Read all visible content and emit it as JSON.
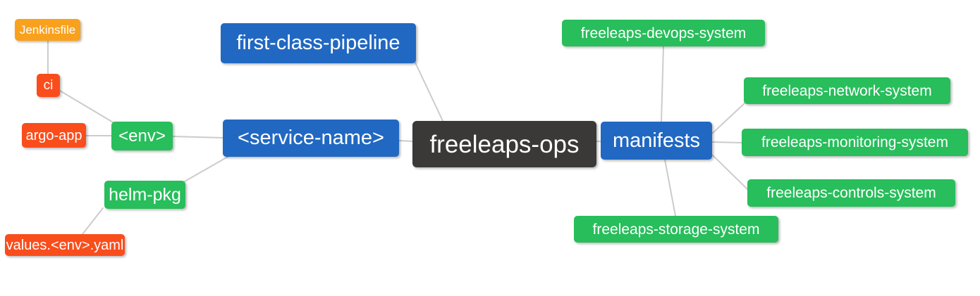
{
  "palette": {
    "root_bg": "#3B3838",
    "primary_branch_bg": "#2168C2",
    "secondary_branch_bg": "#27BE5B",
    "leaf_bg": "#F94D1C",
    "file_bg": "#F9A11C",
    "edge_color": "#CCCCCC",
    "text_color": "#FFFFFF",
    "canvas_bg": "#FFFFFF"
  },
  "nodes": {
    "root": {
      "label": "freeleaps-ops"
    },
    "pipeline": {
      "label": "first-class-pipeline"
    },
    "service": {
      "label": "<service-name>"
    },
    "env": {
      "label": "<env>"
    },
    "ci": {
      "label": "ci"
    },
    "jenkinsfile": {
      "label": "Jenkinsfile"
    },
    "argo_app": {
      "label": "argo-app"
    },
    "helm_pkg": {
      "label": "helm-pkg"
    },
    "values_yaml": {
      "label": "values.<env>.yaml"
    },
    "manifests": {
      "label": "manifests"
    },
    "devops": {
      "label": "freeleaps-devops-system"
    },
    "network": {
      "label": "freeleaps-network-system"
    },
    "monitoring": {
      "label": "freeleaps-monitoring-system"
    },
    "controls": {
      "label": "freeleaps-controls-system"
    },
    "storage": {
      "label": "freeleaps-storage-system"
    }
  },
  "edges": [
    {
      "from": "jenkinsfile",
      "to": "ci"
    },
    {
      "from": "ci",
      "to": "env"
    },
    {
      "from": "argo_app",
      "to": "env"
    },
    {
      "from": "env",
      "to": "service"
    },
    {
      "from": "pipeline",
      "to": "root"
    },
    {
      "from": "service",
      "to": "root"
    },
    {
      "from": "service",
      "to": "helm_pkg"
    },
    {
      "from": "helm_pkg",
      "to": "values_yaml"
    },
    {
      "from": "root",
      "to": "manifests"
    },
    {
      "from": "manifests",
      "to": "devops"
    },
    {
      "from": "manifests",
      "to": "network"
    },
    {
      "from": "manifests",
      "to": "monitoring"
    },
    {
      "from": "manifests",
      "to": "controls"
    },
    {
      "from": "manifests",
      "to": "storage"
    }
  ]
}
